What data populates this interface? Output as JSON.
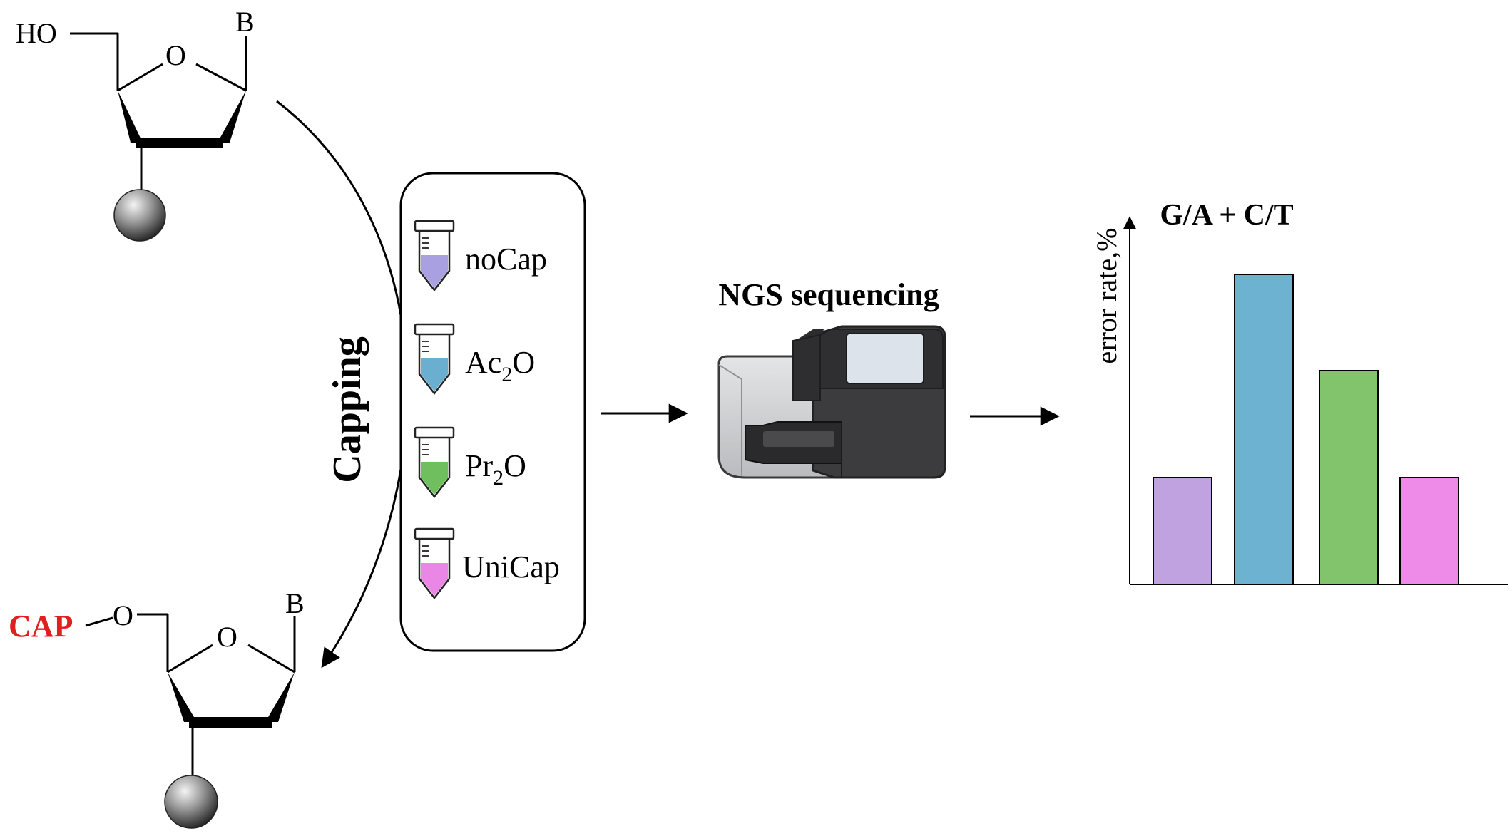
{
  "molecule_top": {
    "ho_label": "HO",
    "ring_oxygen": "O",
    "base_label": "B"
  },
  "molecule_bottom": {
    "cap_label": "CAP",
    "linker_oxygen": "O",
    "ring_oxygen": "O",
    "base_label": "B"
  },
  "capping_label": "Capping",
  "tubes": [
    {
      "label": "noCap",
      "color": "#a8a0e0"
    },
    {
      "label_main": "Ac",
      "label_sub": "2",
      "label_end": "O",
      "color": "#6aaed0"
    },
    {
      "label_main": "Pr",
      "label_sub": "2",
      "label_end": "O",
      "color": "#6fbf5f"
    },
    {
      "label": "UniCap",
      "color": "#ea86e6"
    }
  ],
  "sequencer_title": "NGS sequencing",
  "colors": {
    "cap_red": "#e02020",
    "sequencer_dark": "#3c3c3e",
    "sequencer_light": "#cfd1d3",
    "screen": "#dde3ea"
  },
  "chart_data": {
    "type": "bar",
    "title": "G/A + C/T",
    "ylabel": "error rate,%",
    "xlabel": "",
    "categories": [
      "noCap",
      "Ac2O",
      "Pr2O",
      "UniCap"
    ],
    "values": [
      1.0,
      2.9,
      2.0,
      1.0
    ],
    "colors": [
      "#c0a2e0",
      "#6db2d0",
      "#82c46c",
      "#ee8ae8"
    ],
    "ylim": [
      0,
      3.2
    ],
    "grid": false,
    "axis_ticks_shown": false
  }
}
